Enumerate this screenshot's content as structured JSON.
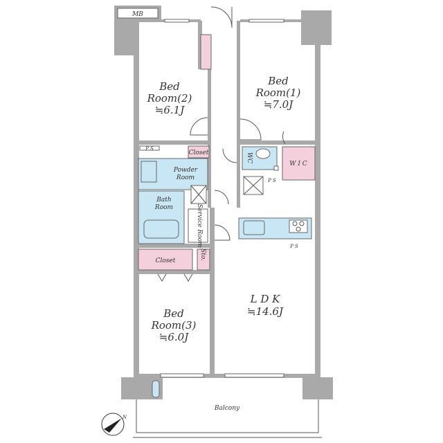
{
  "rooms": {
    "mb": "MB",
    "bed2": {
      "name": "Bed",
      "name2": "Room(2)",
      "size": "≒6.1J"
    },
    "bed1": {
      "name": "Bed",
      "name2": "Room(1)",
      "size": "≒7.0J"
    },
    "bed3": {
      "name": "Bed",
      "name2": "Room(3)",
      "size": "≒6.0J"
    },
    "ldk": {
      "name": "L D K",
      "size": "≒14.6J"
    },
    "powder": {
      "name": "Powder",
      "name2": "Room"
    },
    "bath": {
      "name": "Bath",
      "name2": "Room"
    },
    "service": "Service Room",
    "closet_small": "Closet",
    "closet": "Closet",
    "sto": "Sto.",
    "wc": "WC",
    "wic": "W I C",
    "ps1": "P S",
    "ps2": "P S",
    "ps3": "P S",
    "balcony": "Balcony"
  },
  "compass": {
    "north_label": "N"
  },
  "colors": {
    "wall": "#a9a9a9",
    "wet_area": "#c9e6f4",
    "storage": "#f4cfdc"
  }
}
